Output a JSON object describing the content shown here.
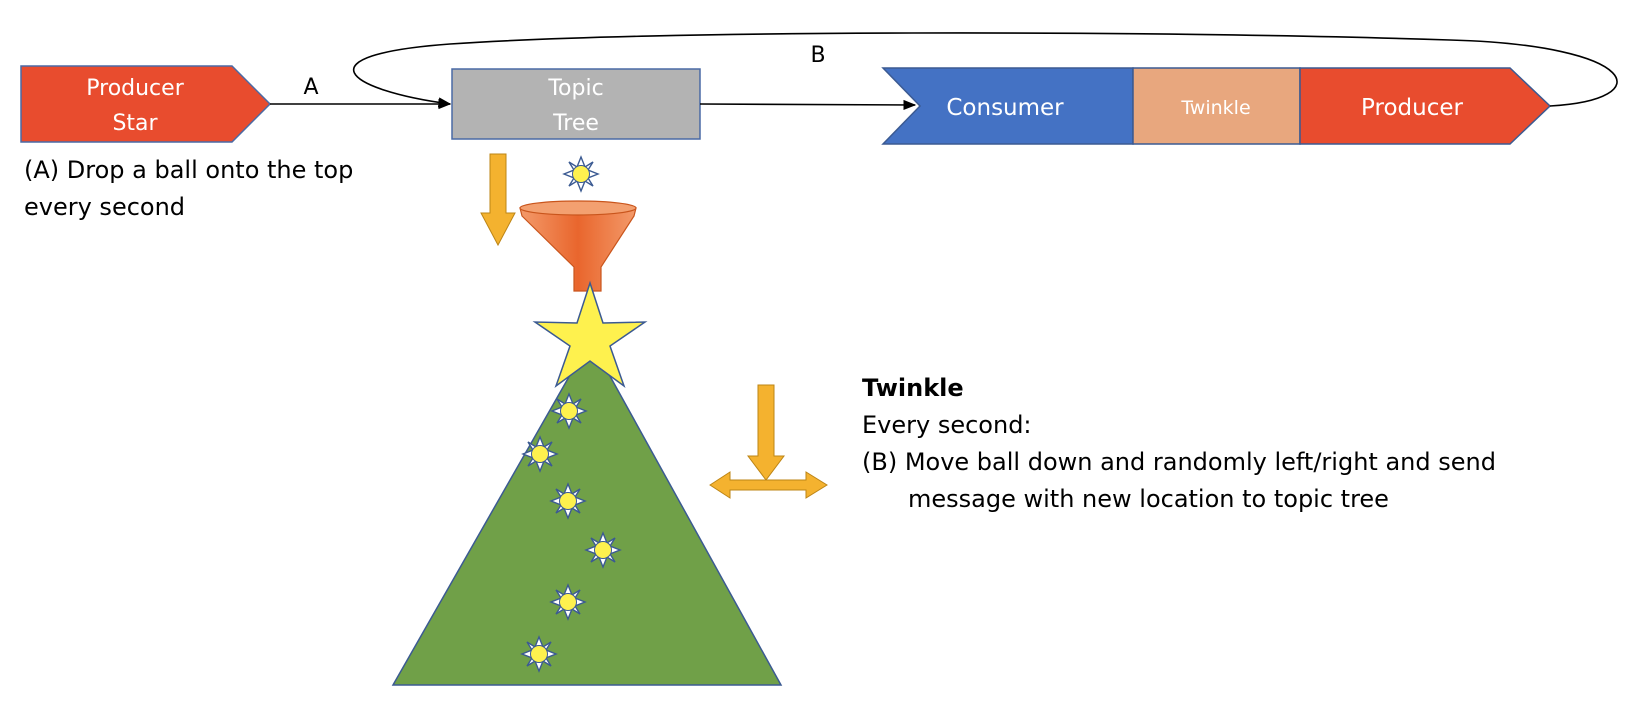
{
  "nodes": {
    "producer_star": {
      "line1": "Producer",
      "line2": "Star"
    },
    "topic_tree": {
      "line1": "Topic",
      "line2": "Tree"
    },
    "consumer": {
      "label": "Consumer"
    },
    "twinkle": {
      "label": "Twinkle"
    },
    "producer": {
      "label": "Producer"
    }
  },
  "edges": {
    "a_label": "A",
    "b_label": "B"
  },
  "notes": {
    "a": {
      "text": "(A) Drop a ball onto the top every second"
    },
    "b": {
      "title": "Twinkle",
      "subtitle": "Every second:",
      "step": "(B) Move ball down and randomly left/right and send message with new location to topic tree"
    }
  },
  "colors": {
    "producer_red": "#e84c2e",
    "consumer_blue": "#4472c4",
    "twinkle_peach": "#e8a77e",
    "topic_gray": "#b3b3b3",
    "tree_green": "#70a048",
    "star_yellow": "#fef14e",
    "arrow_orange": "#f4b22f",
    "funnel_orange": "#e9662d"
  },
  "icons": {
    "star": "star-icon",
    "ball": "sun-ball-icon",
    "funnel": "funnel-icon",
    "down_arrow": "down-arrow-icon",
    "left_right_arrow": "left-right-arrow-icon"
  }
}
